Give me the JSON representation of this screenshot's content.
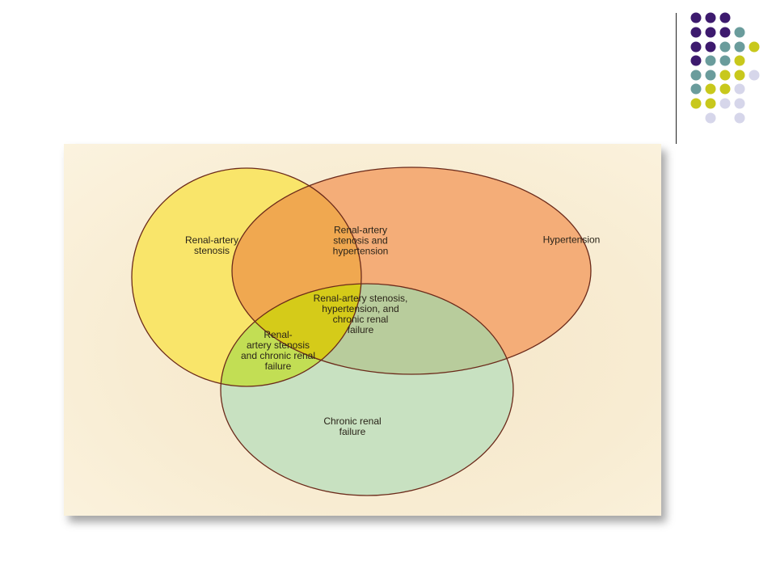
{
  "decoration": {
    "dot_colors": [
      "#3d1a6e",
      "#6a9c9c",
      "#c8c81c",
      "#d6d6ea"
    ]
  },
  "venn": {
    "sets": [
      {
        "id": "ras",
        "label": "Renal-artery\nstenosis",
        "color": "#f9e56a"
      },
      {
        "id": "htn",
        "label": "Hypertension",
        "color": "#f4ad78"
      },
      {
        "id": "crf",
        "label": "Chronic renal\nfailure",
        "color": "#c8e1c1"
      }
    ],
    "intersections": [
      {
        "sets": [
          "ras",
          "htn"
        ],
        "label": "Renal-artery\nstenosis and\nhypertension",
        "color": "#f0a850"
      },
      {
        "sets": [
          "ras",
          "crf"
        ],
        "label": "Renal-\nartery stenosis\nand chronic renal\nfailure",
        "color": "#c2de54"
      },
      {
        "sets": [
          "htn",
          "crf"
        ],
        "label": "",
        "color": "#b8cc9c"
      },
      {
        "sets": [
          "ras",
          "htn",
          "crf"
        ],
        "label": "Renal-artery stenosis,\nhypertension, and\nchronic renal\nfailure",
        "color": "#d5cb19"
      }
    ],
    "outline_color": "#6b2a1a"
  }
}
